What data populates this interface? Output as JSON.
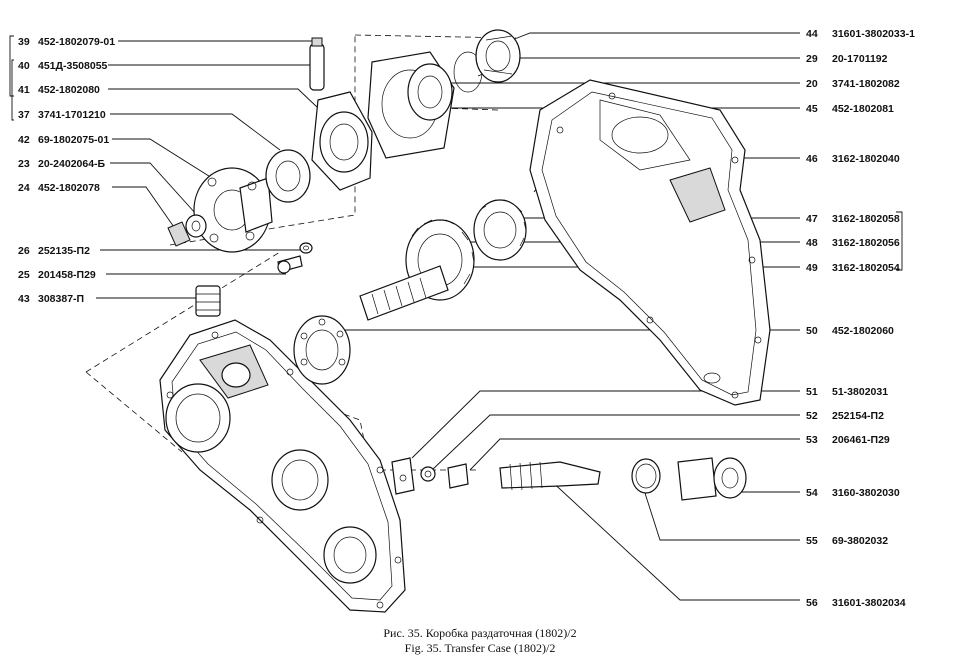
{
  "caption": {
    "ru": "Рис. 35. Коробка раздаточная (1802)/2",
    "en": "Fig. 35. Transfer Case (1802)/2"
  },
  "left_labels": [
    {
      "num": "39",
      "code": "452-1802079-01"
    },
    {
      "num": "40",
      "code": "451Д-3508055"
    },
    {
      "num": "41",
      "code": "452-1802080"
    },
    {
      "num": "37",
      "code": "3741-1701210"
    },
    {
      "num": "42",
      "code": "69-1802075-01"
    },
    {
      "num": "23",
      "code": "20-2402064-Б"
    },
    {
      "num": "24",
      "code": "452-1802078"
    },
    {
      "num": "26",
      "code": "252135-П2"
    },
    {
      "num": "25",
      "code": "201458-П29"
    },
    {
      "num": "43",
      "code": "308387-П"
    }
  ],
  "right_labels": [
    {
      "num": "44",
      "code": "31601-3802033-1"
    },
    {
      "num": "29",
      "code": "20-1701192"
    },
    {
      "num": "20",
      "code": "3741-1802082"
    },
    {
      "num": "45",
      "code": "452-1802081"
    },
    {
      "num": "46",
      "code": "3162-1802040"
    },
    {
      "num": "47",
      "code": "3162-1802058"
    },
    {
      "num": "48",
      "code": "3162-1802056"
    },
    {
      "num": "49",
      "code": "3162-1802054"
    },
    {
      "num": "50",
      "code": "452-1802060"
    },
    {
      "num": "51",
      "code": "51-3802031"
    },
    {
      "num": "52",
      "code": "252154-П2"
    },
    {
      "num": "53",
      "code": "206461-П29"
    },
    {
      "num": "54",
      "code": "3160-3802030"
    },
    {
      "num": "55",
      "code": "69-3802032"
    },
    {
      "num": "56",
      "code": "31601-3802034"
    }
  ]
}
